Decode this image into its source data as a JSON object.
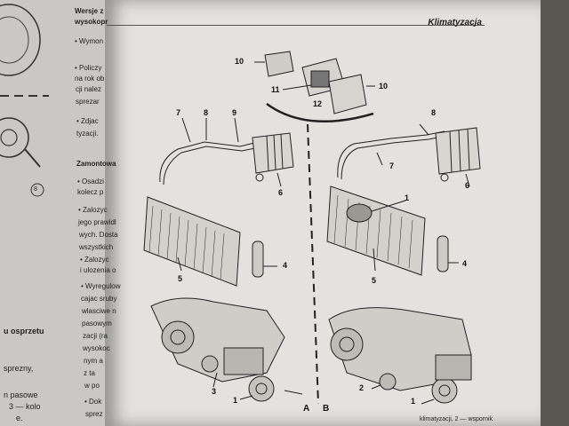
{
  "header": {
    "title": "Klimatyzacja"
  },
  "left_column": {
    "lines": [
      {
        "text": "Wersje z",
        "bold": true
      },
      {
        "text": "wysokopr",
        "bold": true
      },
      {
        "text": "• Wymon",
        "bold": false
      },
      {
        "text": "• Policzy",
        "bold": false
      },
      {
        "text": "na rok ob",
        "bold": false
      },
      {
        "text": "cji nalez",
        "bold": false
      },
      {
        "text": "sprezar",
        "bold": false
      },
      {
        "text": "• Zdjac",
        "bold": false
      },
      {
        "text": "tyzacji.",
        "bold": false
      },
      {
        "text": "Zamontowa",
        "bold": true
      },
      {
        "text": "• Osadzi",
        "bold": false
      },
      {
        "text": "kolecz p",
        "bold": false
      },
      {
        "text": "• Zalozyc",
        "bold": false
      },
      {
        "text": "jego prawidl",
        "bold": false
      },
      {
        "text": "wych. Dosta",
        "bold": false
      },
      {
        "text": "wszystkich",
        "bold": false
      },
      {
        "text": "• Zalozyc",
        "bold": false
      },
      {
        "text": "i ulozenia o",
        "bold": false
      },
      {
        "text": "• Wyregulow",
        "bold": false
      },
      {
        "text": "cajac sruby",
        "bold": false
      },
      {
        "text": "wlasciwe n",
        "bold": false
      },
      {
        "text": "pasowym",
        "bold": false
      },
      {
        "text": "zacji (ra",
        "bold": false
      },
      {
        "text": "wysokoc",
        "bold": false
      },
      {
        "text": "nym a",
        "bold": false
      },
      {
        "text": "z ta",
        "bold": false
      },
      {
        "text": "w po",
        "bold": false
      },
      {
        "text": "• Dok",
        "bold": false
      },
      {
        "text": "sprez",
        "bold": false
      }
    ]
  },
  "far_left": {
    "marker": "8",
    "lines": [
      "u osprzetu",
      "sprezny,",
      "n pasowe",
      "3 — kolo",
      "e."
    ]
  },
  "figure": {
    "callouts": [
      "10",
      "11",
      "12",
      "10",
      "7",
      "8",
      "9",
      "6",
      "5",
      "4",
      "8",
      "7",
      "6",
      "1",
      "5",
      "4",
      "3",
      "1",
      "2",
      "1"
    ],
    "section_labels": [
      "A",
      "B"
    ],
    "caption": "klimatyzacji, 2 — wspornik"
  }
}
